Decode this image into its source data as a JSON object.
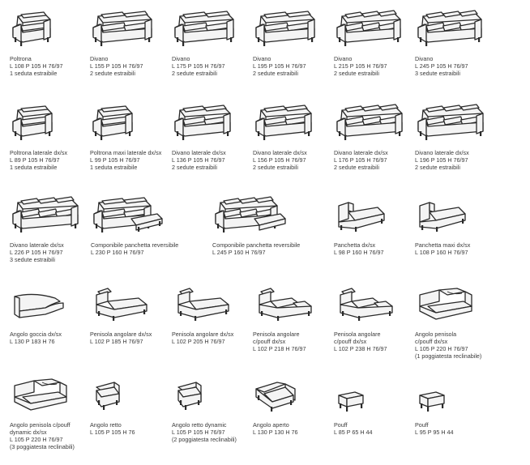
{
  "catalog": [
    {
      "id": "poltrona",
      "variant": "armchair",
      "caption": {
        "name": "Poltrona",
        "dimensions": "L 108 P 105 H 76/97",
        "notes": [
          "1 seduta estraibile"
        ]
      }
    },
    {
      "id": "divano-155",
      "variant": "sofa2",
      "caption": {
        "name": "Divano",
        "dimensions": "L 155 P 105 H 76/97",
        "notes": [
          "2 sedute estraibili"
        ]
      }
    },
    {
      "id": "divano-175",
      "variant": "sofa2",
      "caption": {
        "name": "Divano",
        "dimensions": "L 175 P 105 H 76/97",
        "notes": [
          "2 sedute estraibili"
        ]
      }
    },
    {
      "id": "divano-195",
      "variant": "sofa2",
      "caption": {
        "name": "Divano",
        "dimensions": "L 195 P 105 H 76/97",
        "notes": [
          "2 sedute estraibili"
        ]
      }
    },
    {
      "id": "divano-215",
      "variant": "sofa3",
      "caption": {
        "name": "Divano",
        "dimensions": "L 215 P 105 H 76/97",
        "notes": [
          "2 sedute estraibili"
        ]
      }
    },
    {
      "id": "divano-245",
      "variant": "sofa3",
      "caption": {
        "name": "Divano",
        "dimensions": "L 245 P 105 H 76/97",
        "notes": [
          "3 sedute estraibili"
        ]
      }
    },
    {
      "id": "poltrona-laterale",
      "variant": "side1",
      "caption": {
        "name": "Poltrona laterale dx/sx",
        "dimensions": "L 89 P 105 H 76/97",
        "notes": [
          "1 seduta estraibile"
        ]
      }
    },
    {
      "id": "poltrona-maxi-laterale",
      "variant": "side1",
      "caption": {
        "name": "Poltrona maxi laterale dx/sx",
        "dimensions": "L 99 P 105 H 76/97",
        "notes": [
          "1 seduta estraibile"
        ]
      }
    },
    {
      "id": "divano-laterale-136",
      "variant": "side2",
      "caption": {
        "name": "Divano laterale dx/sx",
        "dimensions": "L 136 P 105 H 76/97",
        "notes": [
          "2 sedute estraibili"
        ]
      }
    },
    {
      "id": "divano-laterale-156",
      "variant": "side2",
      "caption": {
        "name": "Divano laterale dx/sx",
        "dimensions": "L 156 P 105 H 76/97",
        "notes": [
          "2 sedute estraibili"
        ]
      }
    },
    {
      "id": "divano-laterale-176",
      "variant": "side3",
      "caption": {
        "name": "Divano laterale dx/sx",
        "dimensions": "L 176 P 105 H 76/97",
        "notes": [
          "2 sedute estraibili"
        ]
      }
    },
    {
      "id": "divano-laterale-196",
      "variant": "side3",
      "caption": {
        "name": "Divano laterale dx/sx",
        "dimensions": "L 196 P 105 H 76/97",
        "notes": [
          "2 sedute estraibili"
        ]
      }
    },
    {
      "id": "divano-laterale-226",
      "variant": "side3",
      "caption": {
        "name": "Divano laterale dx/sx",
        "dimensions": "L 226 P 105 H 76/97",
        "notes": [
          "3 sedute estraibili"
        ]
      }
    },
    {
      "id": "componibile-230",
      "variant": "chaise",
      "caption": {
        "name": "Componibile panchetta reversibile",
        "dimensions": "L 230 P 160 H 76/97",
        "notes": []
      }
    },
    {
      "id": "componibile-245",
      "variant": "chaiseWide",
      "caption": {
        "name": "Componibile panchetta reversibile",
        "dimensions": "L 245 P 160 H 76/97",
        "notes": []
      }
    },
    {
      "id": "panchetta",
      "variant": "bench",
      "caption": {
        "name": "Panchetta dx/sx",
        "dimensions": "L 98 P 160 H 76/97",
        "notes": []
      }
    },
    {
      "id": "panchetta-maxi",
      "variant": "bench",
      "caption": {
        "name": "Panchetta maxi dx/sx",
        "dimensions": "L 108 P 160 H 76/97",
        "notes": []
      }
    },
    {
      "id": "angolo-goccia",
      "variant": "drop",
      "caption": {
        "name": "Angolo goccia dx/sx",
        "dimensions": "L 130 P 183 H 76",
        "notes": []
      }
    },
    {
      "id": "penisola-185",
      "variant": "peninsula",
      "caption": {
        "name": "Penisola angolare dx/sx",
        "dimensions": "L 102 P 185 H 76/97",
        "notes": []
      }
    },
    {
      "id": "penisola-205",
      "variant": "peninsula",
      "caption": {
        "name": "Penisola angolare dx/sx",
        "dimensions": "L 102 P 205 H 76/97",
        "notes": []
      }
    },
    {
      "id": "penisola-pouff-218",
      "variant": "peninsulaPouff",
      "caption": {
        "name": "Penisola angolare",
        "dimensions": "L 102 P 218 H 76/97",
        "notes": [],
        "subtitle": "c/pouff dx/sx"
      }
    },
    {
      "id": "penisola-pouff-238",
      "variant": "peninsulaPouff",
      "caption": {
        "name": "Penisola angolare",
        "dimensions": "L 102 P 238 H 76/97",
        "notes": [],
        "subtitle": "c/pouff dx/sx"
      }
    },
    {
      "id": "angolo-penisola",
      "variant": "cornerPeninsula",
      "caption": {
        "name": "Angolo penisola",
        "dimensions": "L 105 P 220 H 76/97",
        "notes": [
          "(1 poggiatesta reclinabile)"
        ],
        "subtitle": "c/pouff dx/sx"
      }
    },
    {
      "id": "angolo-penisola-dynamic",
      "variant": "cornerPeninsula",
      "caption": {
        "name": "Angolo penisola c/pouff",
        "dimensions": "L 105 P 220 H 76/97",
        "notes": [
          "(3 poggiatesta reclinabili)"
        ],
        "subtitle": "dynamic dx/sx"
      }
    },
    {
      "id": "angolo-retto",
      "variant": "corner",
      "caption": {
        "name": "Angolo retto",
        "dimensions": "L 105 P 105 H 76",
        "notes": []
      }
    },
    {
      "id": "angolo-retto-dynamic",
      "variant": "corner",
      "caption": {
        "name": "Angolo retto dynamic",
        "dimensions": "L 105 P 105 H 76/97",
        "notes": [
          "(2 poggiatesta reclinabili)"
        ]
      }
    },
    {
      "id": "angolo-aperto",
      "variant": "openCorner",
      "caption": {
        "name": "Angolo aperto",
        "dimensions": "L 130 P 130 H 76",
        "notes": []
      }
    },
    {
      "id": "pouff-85",
      "variant": "pouff",
      "caption": {
        "name": "Pouff",
        "dimensions": "L 85 P 65 H 44",
        "notes": []
      }
    },
    {
      "id": "pouff-95",
      "variant": "pouff",
      "caption": {
        "name": "Pouff",
        "dimensions": "L 95 P 95 H 44",
        "notes": []
      }
    }
  ]
}
